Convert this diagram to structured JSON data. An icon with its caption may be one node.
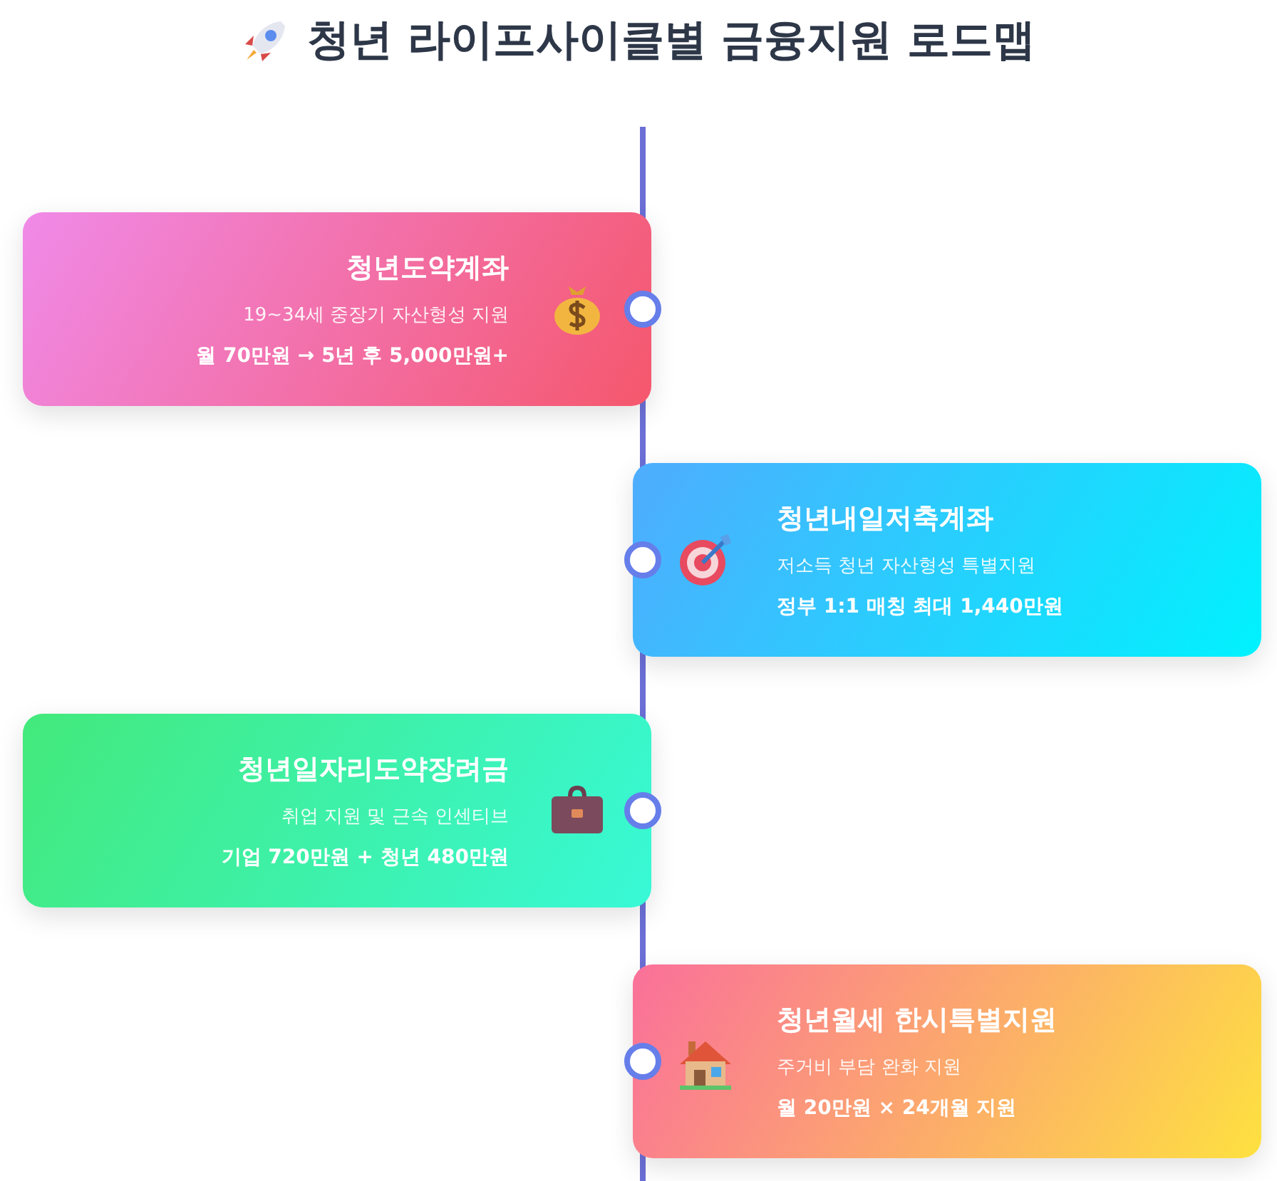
{
  "diagram": {
    "title": "청년 라이프사이클별 금융지원 로드맵",
    "nodes": [
      {
        "text": [
          "청년도약계좌",
          "19~34세 중장기 자산형성 지원",
          "월 70만원 → 5년 후 5,000만원+"
        ]
      },
      {
        "text": [
          "청년내일저축계좌",
          "저소득 청년 자산형성 특별지원",
          "정부 1:1 매칭 최대 1,440만원"
        ]
      },
      {
        "text": [
          "청년일자리도약장려금",
          "취업 지원 및 근속 인센티브",
          "기업 720만원 + 청년 480만원"
        ]
      },
      {
        "text": [
          "청년월세 한시특별지원",
          "주거비 부담 완화 지원",
          "월 20만원 × 24개월 지원"
        ]
      }
    ],
    "edges": []
  }
}
